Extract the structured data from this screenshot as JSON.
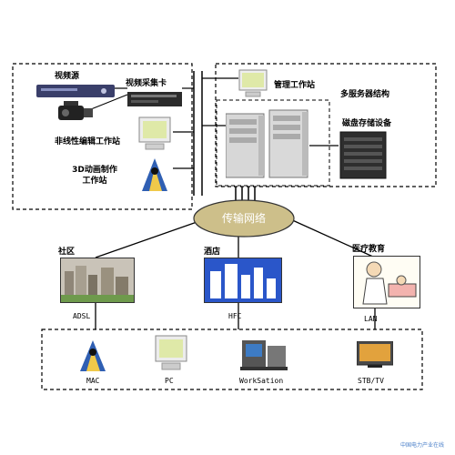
{
  "top_left_group": {
    "video_source": "视频源",
    "capture_card": "视频采集卡",
    "nonlinear_editing": "非线性编辑工作站",
    "animation_3d_line1": "3D动画制作",
    "animation_3d_line2": "工作站"
  },
  "top_right_group": {
    "management_station": "管理工作站",
    "multi_server": "多服务器结构",
    "disk_storage": "磁盘存储设备"
  },
  "network": {
    "label": "传输网络"
  },
  "branches": {
    "community": "社区",
    "hotel": "酒店",
    "medical": "医疗教育",
    "adsl": "ADSL",
    "hfc": "HFC",
    "lan": "LAN"
  },
  "terminals": {
    "mac": "MAC",
    "pc": "PC",
    "workstation": "WorkSation",
    "stb": "STB/TV"
  },
  "watermark": "中国电力产业在线"
}
